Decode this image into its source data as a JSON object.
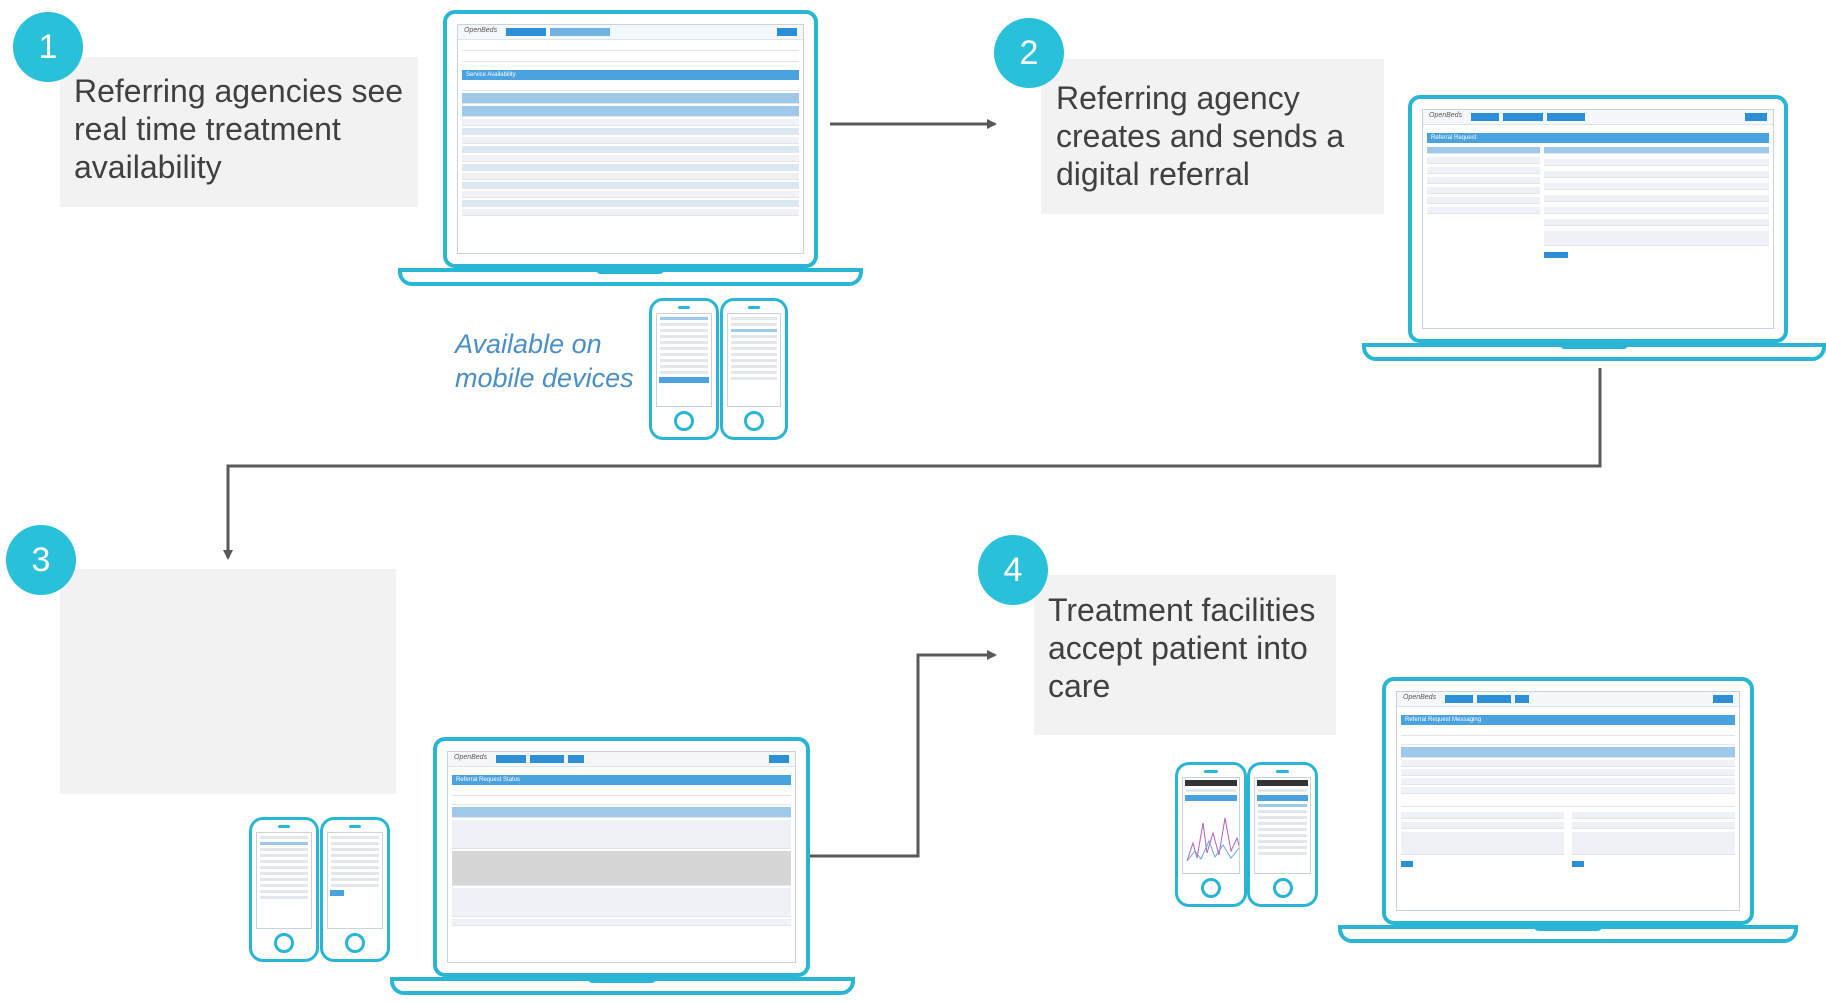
{
  "steps": [
    {
      "number": "1",
      "text": "Referring agencies see real time treatment availability"
    },
    {
      "number": "2",
      "text": "Referring agency creates and sends a digital referral"
    },
    {
      "number": "3",
      "text": ""
    },
    {
      "number": "4",
      "text": "Treatment facilities accept patient into care"
    }
  ],
  "mobile_note": "Available on mobile devices",
  "screens": {
    "availability_title": "Service Availability",
    "referral_title": "Referral Request",
    "status_title": "Referral Request Status",
    "messaging_title": "Referral Request Messaging",
    "app_logo": "OpenBeds"
  },
  "colors": {
    "badge": "#29c0d9",
    "device_outline": "#29b6d4",
    "arrow": "#595959",
    "caption_box": "#f2f2f2",
    "mobile_note": "#4a8fc7"
  }
}
